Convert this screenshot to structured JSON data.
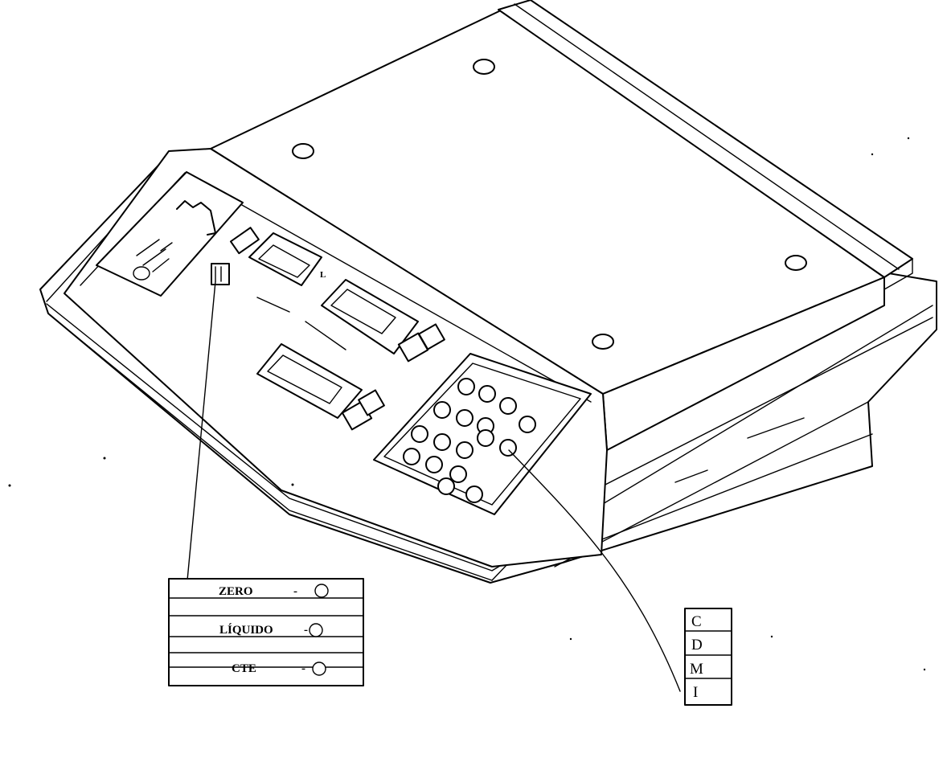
{
  "left_label_box": {
    "items": [
      {
        "label": "ZERO",
        "symbol": "-"
      },
      {
        "label": "LÍQUIDO",
        "symbol": "-"
      },
      {
        "label": "CTE",
        "symbol": "-"
      }
    ]
  },
  "right_label_box": {
    "items": [
      "C",
      "D",
      "M",
      "I"
    ]
  }
}
